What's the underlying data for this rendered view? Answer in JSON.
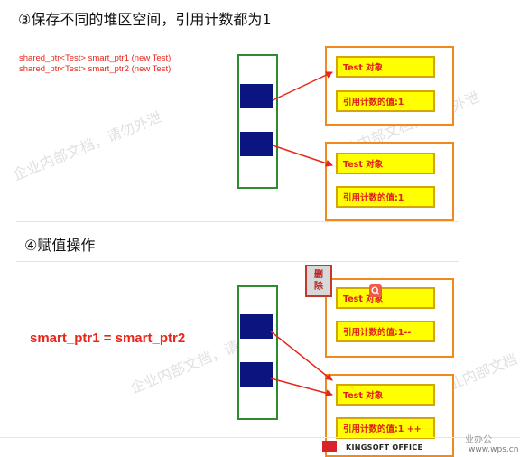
{
  "step3": {
    "heading": "③保存不同的堆区空间，引用计数都为1",
    "code_line1": "shared_ptr<Test> smart_ptr1   (new Test);",
    "code_line2": "shared_ptr<Test> smart_ptr2   (new  Test);",
    "heap_top": {
      "object_label": "Test 对象",
      "count_label": "引用计数的值:1"
    },
    "heap_bottom": {
      "object_label": "Test 对象",
      "count_label": "引用计数的值:1"
    }
  },
  "step4": {
    "heading": "④赋值操作",
    "assignment": "smart_ptr1 = smart_ptr2",
    "delete_label_1": "删",
    "delete_label_2": "除",
    "heap_top": {
      "object_label": "Test 对象",
      "count_label": "引用计数的值:1--"
    },
    "heap_bottom": {
      "object_label": "Test 对象",
      "count_label": "引用计数的值:1   ++"
    }
  },
  "watermark": {
    "text": "企业内部文档，请勿外泄"
  },
  "footer": {
    "brand": "KINGSOFT OFFICE",
    "url": "www.wps.cn",
    "cut_text": "业办公"
  },
  "colors": {
    "red": "#e8261a",
    "navy": "#0b1580",
    "green": "#2e8b2e",
    "orange": "#f08a1a",
    "yellow": "#ffff00"
  },
  "icons": [
    "search-icon",
    "kingsoft-logo-icon",
    "arrow-icon"
  ]
}
